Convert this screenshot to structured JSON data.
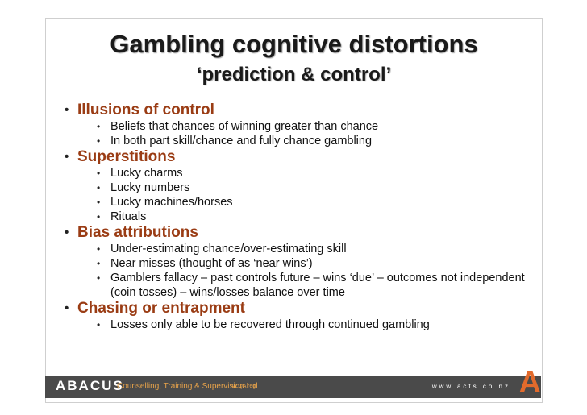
{
  "title": "Gambling cognitive distortions",
  "subtitle": "‘prediction & control’",
  "sections": [
    {
      "heading": "Illusions of control",
      "items": [
        "Beliefs that chances of winning greater than chance",
        "In both part skill/chance and fully chance gambling"
      ]
    },
    {
      "heading": "Superstitions",
      "items": [
        "Lucky charms",
        "Lucky numbers",
        "Lucky machines/horses",
        "Rituals"
      ]
    },
    {
      "heading": "Bias attributions",
      "items": [
        "Under-estimating chance/over-estimating skill",
        "Near misses (thought of as ‘near wins’)",
        "Gamblers fallacy – past controls future – wins ‘due’ – outcomes not independent (coin tosses) – wins/losses balance over time"
      ]
    },
    {
      "heading": "Chasing or entrapment",
      "items": [
        "Losses only able to be recovered through continued gambling"
      ]
    }
  ],
  "footer": {
    "logo_text": "ABACUS",
    "tagline": "Counselling, Training & Supervision Ltd",
    "accreditation": "NZQA reg",
    "website": "www.acts.co.nz",
    "logo_mark": "A"
  },
  "colors": {
    "heading": "#9a3c14",
    "footer_bg": "#4a4a4a",
    "accent": "#e26a2c"
  }
}
